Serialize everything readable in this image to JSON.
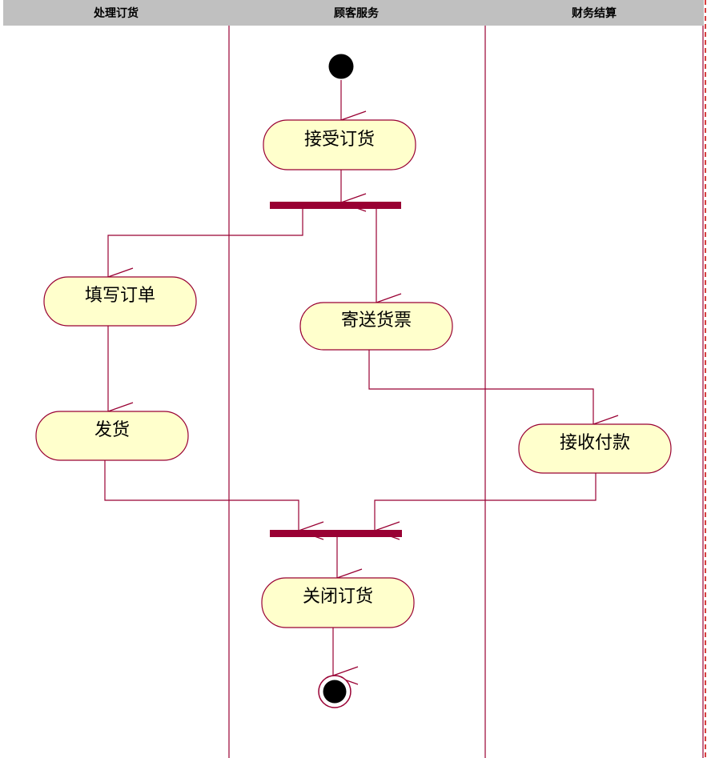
{
  "colors": {
    "header_bg": "#c0c0c0",
    "lane_line": "#990033",
    "activity_fill": "#ffffcc",
    "activity_stroke": "#990033",
    "bar_fill": "#990033",
    "flow_line": "#990033",
    "node_fill": "#000000",
    "page_edge_accent": "#cc0000"
  },
  "swimlanes": [
    {
      "id": "lane-order-processing",
      "label": "处理订货"
    },
    {
      "id": "lane-customer-service",
      "label": "顾客服务"
    },
    {
      "id": "lane-finance",
      "label": "财务结算"
    }
  ],
  "activities": [
    {
      "id": "accept-order",
      "label": "接受订货"
    },
    {
      "id": "fill-order",
      "label": "填写订单"
    },
    {
      "id": "send-invoice",
      "label": "寄送货票"
    },
    {
      "id": "ship-goods",
      "label": "发货"
    },
    {
      "id": "receive-payment",
      "label": "接收付款"
    },
    {
      "id": "close-order",
      "label": "关闭订货"
    }
  ]
}
